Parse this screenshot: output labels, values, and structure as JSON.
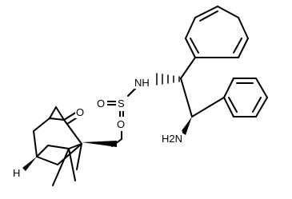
{
  "molecule": {
    "atoms": {
      "sulfur": "S",
      "sulfonyl_oxygen_1": "O",
      "sulfonyl_oxygen_2": "O",
      "ketone_oxygen": "O",
      "amide_nitrogen": "NH",
      "amine": "H2N",
      "bridgehead_hydrogen": "H"
    }
  }
}
